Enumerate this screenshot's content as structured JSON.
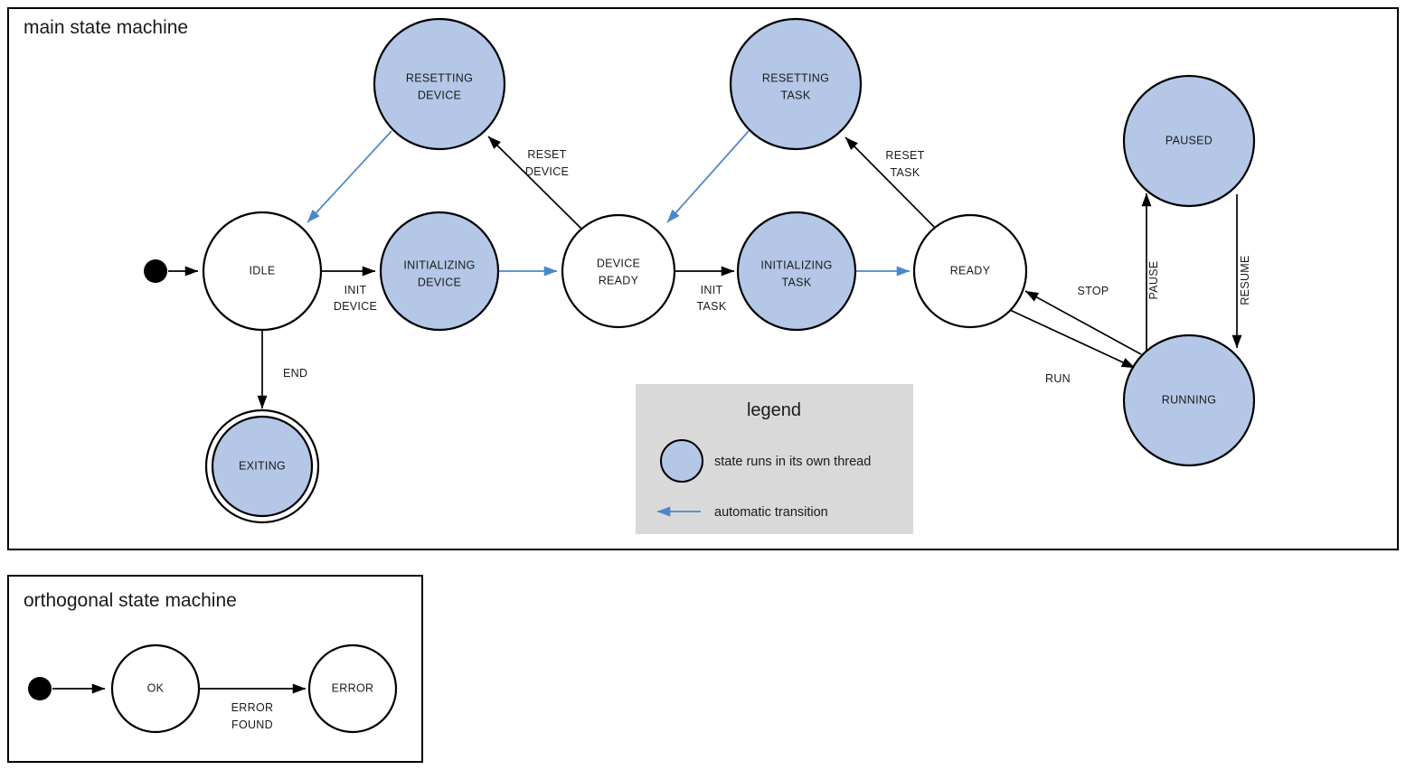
{
  "diagram": {
    "type": "uml-state-machine",
    "background_color": "#ffffff"
  },
  "frames": [
    {
      "id": "main",
      "title": "main state machine"
    },
    {
      "id": "orthogonal",
      "title": "orthogonal state machine"
    }
  ],
  "colors": {
    "threaded_state_fill": "#b4c7e7",
    "plain_state_fill": "#ffffff",
    "stroke": "#000000",
    "automatic_transition": "#4a87c7",
    "legend_background": "#d9d9d9"
  },
  "main_machine": {
    "states": [
      {
        "id": "idle",
        "label_line1": "IDLE",
        "label_line2": "",
        "threaded": false,
        "final": false
      },
      {
        "id": "resetting-device",
        "label_line1": "RESETTING",
        "label_line2": "DEVICE",
        "threaded": true,
        "final": false
      },
      {
        "id": "initializing-device",
        "label_line1": "INITIALIZING",
        "label_line2": "DEVICE",
        "threaded": true,
        "final": false
      },
      {
        "id": "device-ready",
        "label_line1": "DEVICE",
        "label_line2": "READY",
        "threaded": false,
        "final": false
      },
      {
        "id": "resetting-task",
        "label_line1": "RESETTING",
        "label_line2": "TASK",
        "threaded": true,
        "final": false
      },
      {
        "id": "initializing-task",
        "label_line1": "INITIALIZING",
        "label_line2": "TASK",
        "threaded": true,
        "final": false
      },
      {
        "id": "ready",
        "label_line1": "READY",
        "label_line2": "",
        "threaded": false,
        "final": false
      },
      {
        "id": "paused",
        "label_line1": "PAUSED",
        "label_line2": "",
        "threaded": true,
        "final": false
      },
      {
        "id": "running",
        "label_line1": "RUNNING",
        "label_line2": "",
        "threaded": true,
        "final": false
      },
      {
        "id": "exiting",
        "label_line1": "EXITING",
        "label_line2": "",
        "threaded": true,
        "final": true
      }
    ],
    "transitions": [
      {
        "id": "start-idle",
        "from": "start",
        "to": "idle",
        "label_line1": "",
        "label_line2": "",
        "automatic": false
      },
      {
        "id": "idle-initializing-device",
        "from": "idle",
        "to": "initializing-device",
        "label_line1": "INIT",
        "label_line2": "DEVICE",
        "automatic": false
      },
      {
        "id": "idle-exiting",
        "from": "idle",
        "to": "exiting",
        "label_line1": "END",
        "label_line2": "",
        "automatic": false
      },
      {
        "id": "initializing-device-ready",
        "from": "initializing-device",
        "to": "device-ready",
        "label_line1": "",
        "label_line2": "",
        "automatic": true
      },
      {
        "id": "device-ready-resetting",
        "from": "device-ready",
        "to": "resetting-device",
        "label_line1": "RESET",
        "label_line2": "DEVICE",
        "automatic": false
      },
      {
        "id": "resetting-device-idle",
        "from": "resetting-device",
        "to": "idle",
        "label_line1": "",
        "label_line2": "",
        "automatic": true
      },
      {
        "id": "device-ready-init-task",
        "from": "device-ready",
        "to": "initializing-task",
        "label_line1": "INIT",
        "label_line2": "TASK",
        "automatic": false
      },
      {
        "id": "initializing-task-ready",
        "from": "initializing-task",
        "to": "ready",
        "label_line1": "",
        "label_line2": "",
        "automatic": true
      },
      {
        "id": "ready-resetting-task",
        "from": "ready",
        "to": "resetting-task",
        "label_line1": "RESET",
        "label_line2": "TASK",
        "automatic": false
      },
      {
        "id": "resetting-task-device-ready",
        "from": "resetting-task",
        "to": "device-ready",
        "label_line1": "",
        "label_line2": "",
        "automatic": true
      },
      {
        "id": "ready-running",
        "from": "ready",
        "to": "running",
        "label_line1": "RUN",
        "label_line2": "",
        "automatic": false
      },
      {
        "id": "running-ready",
        "from": "running",
        "to": "ready",
        "label_line1": "STOP",
        "label_line2": "",
        "automatic": false
      },
      {
        "id": "running-paused",
        "from": "running",
        "to": "paused",
        "label_line1": "PAUSE",
        "label_line2": "",
        "automatic": false
      },
      {
        "id": "paused-running",
        "from": "paused",
        "to": "running",
        "label_line1": "RESUME",
        "label_line2": "",
        "automatic": false
      }
    ]
  },
  "orthogonal_machine": {
    "states": [
      {
        "id": "ok",
        "label_line1": "OK",
        "threaded": false
      },
      {
        "id": "error",
        "label_line1": "ERROR",
        "threaded": false
      }
    ],
    "transitions": [
      {
        "id": "start-ok",
        "from": "start",
        "to": "ok",
        "label_line1": "",
        "label_line2": ""
      },
      {
        "id": "ok-error",
        "from": "ok",
        "to": "error",
        "label_line1": "ERROR",
        "label_line2": "FOUND"
      }
    ]
  },
  "legend": {
    "title": "legend",
    "items": [
      {
        "id": "threaded-state",
        "symbol": "circle-swatch",
        "text": "state runs in its own thread"
      },
      {
        "id": "auto-arrow",
        "symbol": "arrow-left",
        "text": "automatic transition"
      }
    ]
  }
}
